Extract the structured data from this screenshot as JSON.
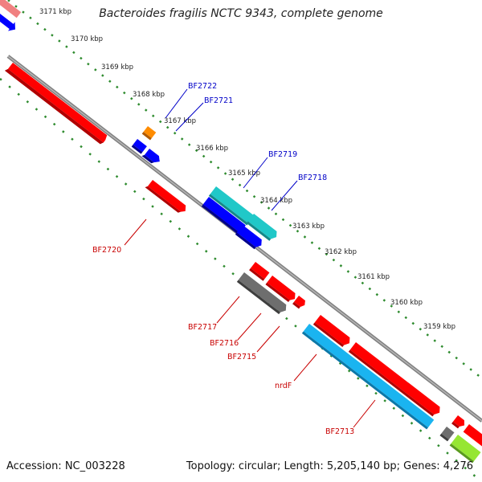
{
  "title": "Bacteroides fragilis NCTC 9343, complete genome",
  "footer": {
    "accession": "Accession: NC_003228",
    "topology": "Topology: circular; Length: 5,205,140 bp; Genes: 4,276"
  },
  "scale_labels": [
    "3171 kbp",
    "3170 kbp",
    "3169 kbp",
    "3168 kbp",
    "3167 kbp",
    "3166 kbp",
    "3165 kbp",
    "3164 kbp",
    "3163 kbp",
    "3162 kbp",
    "3161 kbp",
    "3160 kbp",
    "3159 kbp"
  ],
  "gene_labels": [
    "BF2722",
    "BF2721",
    "BF2719",
    "BF2718",
    "BF2720",
    "BF2717",
    "BF2716",
    "BF2715",
    "nrdF",
    "BF2713"
  ],
  "colors": {
    "backbone": "#808080",
    "tick": "#2e8b2e",
    "label_forward": "#0000c8",
    "label_reverse": "#c80000",
    "red": "#ff0000",
    "blue": "#0000ff",
    "cyan": "#20c8c8",
    "skyblue": "#1ab4f0",
    "gray": "#6e6e6e",
    "orange": "#ff8c00",
    "pink": "#f08080",
    "lime": "#96e632"
  }
}
